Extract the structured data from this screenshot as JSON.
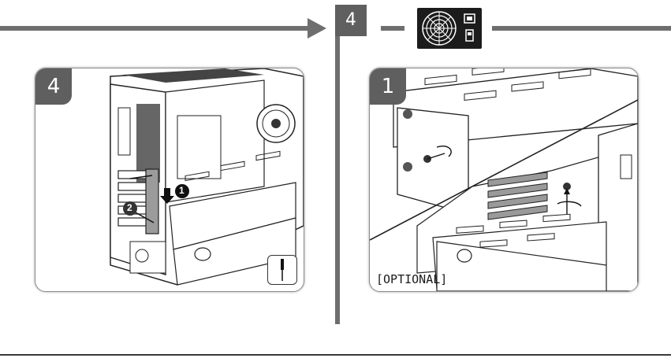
{
  "left_section": {
    "step_number": "4",
    "panel": {
      "badge": "4",
      "callouts": [
        "1",
        "2"
      ],
      "tool_icon": "screwdriver-icon"
    }
  },
  "right_section": {
    "step_number": "4",
    "psu_icon": "power-supply-icon",
    "panel": {
      "badge": "1",
      "note": "[OPTIONAL]"
    }
  },
  "colors": {
    "bar": "#6e6e6e",
    "tab": "#5f5f5f",
    "psu": "#1c1c1c"
  }
}
